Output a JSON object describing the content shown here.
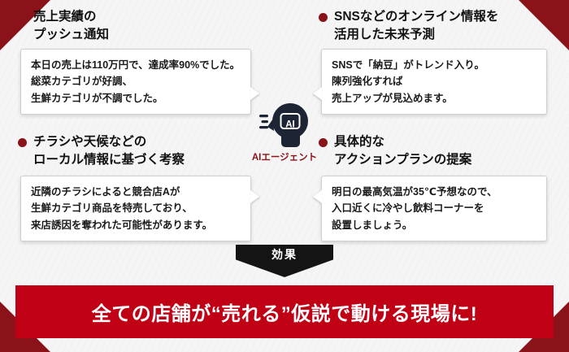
{
  "quadrants": {
    "top_left": {
      "heading": "売上実績の\nプッシュ通知",
      "bubble": "本日の売上は110万円で、達成率90%でした。\n総菜カテゴリが好調、\n生鮮カテゴリが不調でした。"
    },
    "top_right": {
      "heading": "SNSなどのオンライン情報を\n活用した未来予測",
      "bubble": "SNSで「納豆」がトレンド入り。\n陳列強化すれば\n売上アップが見込めます。"
    },
    "bottom_left": {
      "heading": "チラシや天候などの\nローカル情報に基づく考察",
      "bubble": "近隣のチラシによると競合店Aが\n生鮮カテゴリ商品を特売しており、\n来店誘因を奪われた可能性があります。"
    },
    "bottom_right": {
      "heading": "具体的な\nアクションプランの提案",
      "bubble": "明日の最高気温が35℃予想なので、\n入口近くに冷やし飲料コーナーを\n設置しましょう。"
    }
  },
  "center": {
    "icon_label": "AI",
    "label": "AIエージェント"
  },
  "arrow": {
    "label": "効果"
  },
  "banner": {
    "text": "全ての店舗が“売れる”仮説で動ける現場に!"
  },
  "colors": {
    "accent_dark": "#8A1319",
    "banner_red": "#C00014",
    "icon_navy": "#1D2434",
    "arrow_black": "#141414",
    "bubble_border": "#CFCFCF",
    "text_black": "#111111",
    "bg": "#F5F5F6"
  }
}
